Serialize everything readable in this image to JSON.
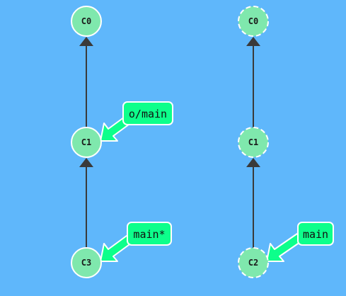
{
  "colors": {
    "background": "#5fb7fb",
    "commit_fill": "#7fe8ad",
    "commit_stroke": "#ffffff",
    "branch_fill": "#0dff8b",
    "branch_stroke": "#ffffff",
    "edge": "#3a3a3a"
  },
  "local": {
    "commits": [
      {
        "id": "C0",
        "label": "C0"
      },
      {
        "id": "C1",
        "label": "C1"
      },
      {
        "id": "C3",
        "label": "C3"
      }
    ],
    "edges": [
      {
        "from": "C1",
        "to": "C0"
      },
      {
        "from": "C3",
        "to": "C1"
      }
    ],
    "branches": [
      {
        "name": "o/main",
        "target": "C1"
      },
      {
        "name": "main*",
        "target": "C3"
      }
    ]
  },
  "remote": {
    "commits": [
      {
        "id": "C0",
        "label": "C0"
      },
      {
        "id": "C1",
        "label": "C1"
      },
      {
        "id": "C2",
        "label": "C2"
      }
    ],
    "edges": [
      {
        "from": "C1",
        "to": "C0"
      },
      {
        "from": "C2",
        "to": "C1"
      }
    ],
    "branches": [
      {
        "name": "main",
        "target": "C2"
      }
    ]
  }
}
